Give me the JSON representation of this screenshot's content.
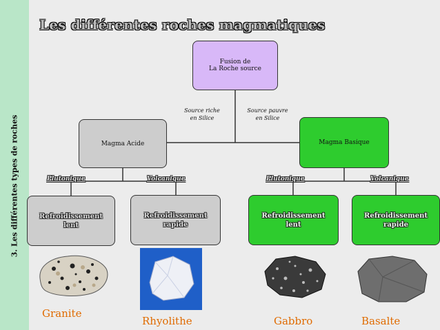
{
  "sidebar": {
    "label": "3. Les différentes types de roches"
  },
  "title": "Les différentes roches magmatiques",
  "nodes": {
    "fusion_line1": "Fusion de",
    "fusion_line2": "La Roche source",
    "acide": "Magma Acide",
    "basique": "Magma Basique",
    "r1_line1": "Refroidissement",
    "r1_line2": "lent",
    "r2_line1": "Refroidissement",
    "r2_line2": "rapide",
    "r3_line1": "Refroidissement",
    "r3_line2": "lent",
    "r4_line1": "Refroidissement",
    "r4_line2": "rapide"
  },
  "edges": {
    "riche_line1": "Source riche",
    "riche_line2": "en Silice",
    "pauvre_line1": "Source pauvre",
    "pauvre_line2": "en Silice",
    "plutonique_left": "Plutonique",
    "volcanique_left": "Volcanique",
    "plutonique_right": "Plutonique",
    "volcanique_right": "Volcanique"
  },
  "rocks": {
    "granite": "Granite",
    "rhyolithe": "Rhyolithe",
    "gabbro": "Gabbro",
    "basalte": "Basalte"
  },
  "colors": {
    "sidebar": "#b9e6c8",
    "fusion": "#d8b8f8",
    "acid": "#cdcdcd",
    "basic": "#2ecc2e",
    "rock_label": "#e06b00"
  }
}
